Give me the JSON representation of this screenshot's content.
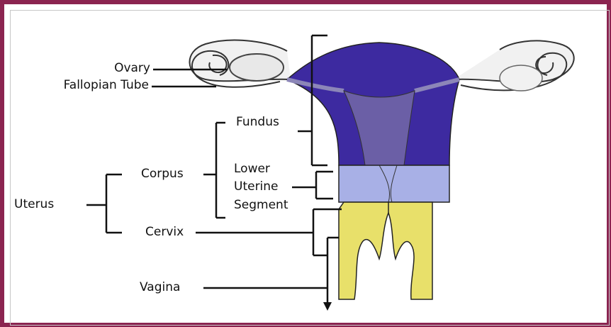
{
  "labels": {
    "ovary": "Ovary",
    "fallopian_tube": "Fallopian Tube",
    "fundus": "Fundus",
    "lower_uterine_segment": [
      "Lower",
      "Uterine",
      "Segment"
    ],
    "corpus": "Corpus",
    "uterus": "Uterus",
    "cervix": "Cervix",
    "vagina": "Vagina"
  },
  "colors": {
    "border": "#8b2450",
    "uterus_body": "#3d2aa0",
    "cavity": "#6b5fa6",
    "lower_segment": "#a8b0e6",
    "cervix_vagina": "#e8e06a",
    "ovary_fill": "#e8e8e8"
  }
}
